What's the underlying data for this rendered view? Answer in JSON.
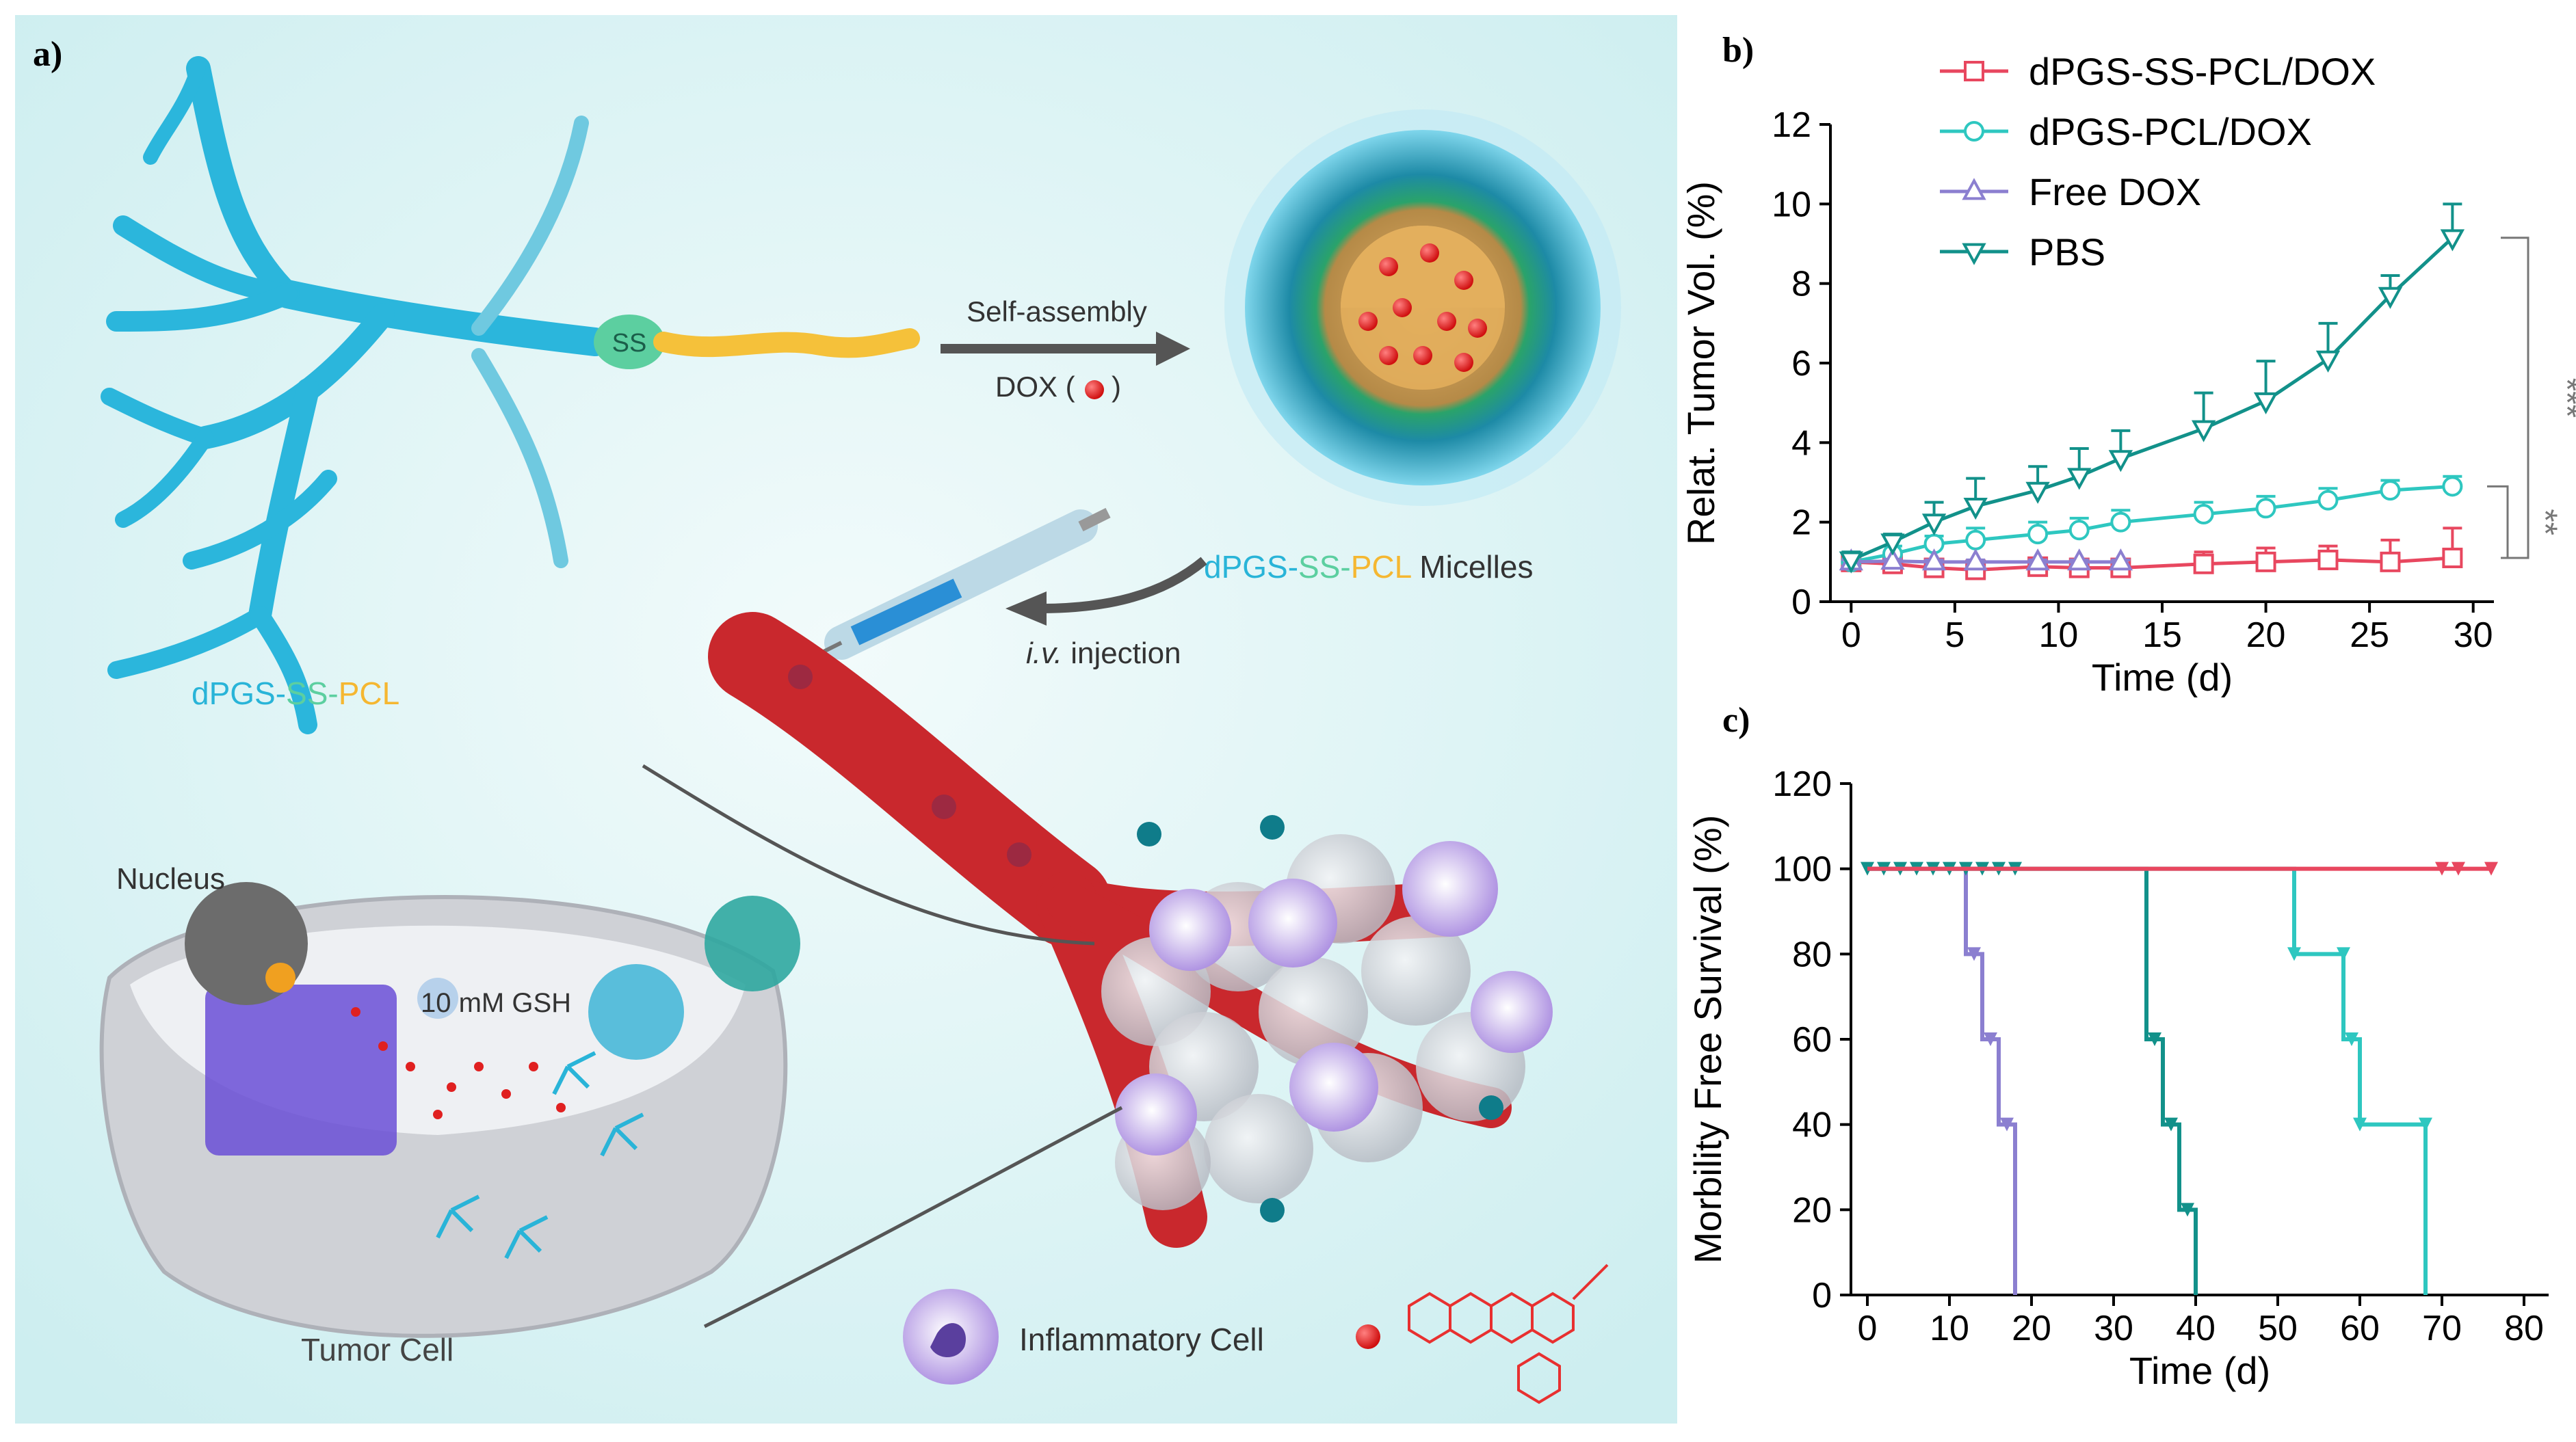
{
  "panel_a": {
    "label": "a)",
    "polymer_label_parts": [
      "dPGS-",
      "SS-",
      "PCL"
    ],
    "ss_tag": "SS",
    "arrow_top": "Self-assembly",
    "arrow_bottom": "DOX (",
    "arrow_bottom_close": ")",
    "micelle_label_parts": [
      "dPGS-",
      "SS-",
      "PCL",
      " Micelles"
    ],
    "injection_italic": "i.v.",
    "injection_rest": " injection",
    "nucleus": "Nucleus",
    "gsh": "10 mM GSH",
    "tumor_cell": "Tumor Cell",
    "inflammatory_cell": "Inflammatory Cell",
    "colors": {
      "dpgs": "#29b4d8",
      "ss": "#5ccfa0",
      "pcl": "#f5b731",
      "vessel": "#c9282d",
      "bg": "#d8f0f1"
    }
  },
  "chart_b": {
    "label": "b)",
    "significance": [
      "***",
      "**"
    ]
  },
  "chart_c": {
    "label": "c)"
  },
  "chart_data": [
    {
      "type": "line",
      "xlabel": "Time (d)",
      "ylabel": "Relat. Tumor Vol. (%)",
      "xlim": [
        -1,
        31
      ],
      "ylim": [
        0,
        12
      ],
      "xticks": [
        0,
        5,
        10,
        15,
        20,
        25,
        30
      ],
      "yticks": [
        0,
        2,
        4,
        6,
        8,
        10,
        12
      ],
      "legend": "top-left",
      "series": [
        {
          "name": "dPGS-SS-PCL/DOX",
          "marker": "square",
          "color": "#e8475f",
          "x": [
            0,
            2,
            4,
            6,
            9,
            11,
            13,
            17,
            20,
            23,
            26,
            29
          ],
          "y": [
            1.0,
            0.95,
            0.85,
            0.8,
            0.88,
            0.85,
            0.85,
            0.95,
            1.0,
            1.05,
            1.0,
            1.1
          ],
          "err": [
            0.1,
            0.1,
            0.15,
            0.2,
            0.2,
            0.2,
            0.2,
            0.3,
            0.35,
            0.35,
            0.55,
            0.75
          ]
        },
        {
          "name": "dPGS-PCL/DOX",
          "marker": "circle",
          "color": "#2ec7c0",
          "x": [
            0,
            2,
            4,
            6,
            9,
            11,
            13,
            17,
            20,
            23,
            26,
            29
          ],
          "y": [
            1.0,
            1.2,
            1.45,
            1.55,
            1.7,
            1.8,
            2.0,
            2.2,
            2.35,
            2.55,
            2.8,
            2.9
          ],
          "err": [
            0.2,
            0.2,
            0.2,
            0.3,
            0.3,
            0.3,
            0.3,
            0.3,
            0.3,
            0.3,
            0.25,
            0.25
          ]
        },
        {
          "name": "Free DOX",
          "marker": "triangle-up",
          "color": "#8b7fd0",
          "x": [
            0,
            2,
            4,
            6,
            9,
            11,
            13
          ],
          "y": [
            1.0,
            1.02,
            1.0,
            1.0,
            1.0,
            1.0,
            1.0
          ],
          "err": [
            0.05,
            0.05,
            0.05,
            0.05,
            0.05,
            0.05,
            0.05
          ]
        },
        {
          "name": "PBS",
          "marker": "triangle-down",
          "color": "#12918a",
          "x": [
            0,
            2,
            4,
            6,
            9,
            11,
            13,
            17,
            20,
            23,
            26,
            29
          ],
          "y": [
            1.05,
            1.5,
            2.0,
            2.4,
            2.8,
            3.15,
            3.6,
            4.35,
            5.05,
            6.1,
            7.7,
            9.15
          ],
          "err": [
            0.2,
            0.2,
            0.5,
            0.7,
            0.6,
            0.7,
            0.7,
            0.9,
            1.0,
            0.9,
            0.5,
            0.85
          ]
        }
      ]
    },
    {
      "type": "line",
      "step": true,
      "xlabel": "Time (d)",
      "ylabel": "Morbility Free Survival (%)",
      "xlim": [
        -2,
        83
      ],
      "ylim": [
        0,
        120
      ],
      "xticks": [
        0,
        10,
        20,
        30,
        40,
        50,
        60,
        70,
        80
      ],
      "yticks": [
        0,
        20,
        40,
        60,
        80,
        100,
        120
      ],
      "series": [
        {
          "name": "dPGS-SS-PCL/DOX",
          "color": "#e8475f",
          "points": [
            [
              0,
              100
            ],
            [
              76,
              100
            ]
          ],
          "markers": [
            [
              70,
              100
            ],
            [
              72,
              100
            ],
            [
              76,
              100
            ]
          ]
        },
        {
          "name": "dPGS-PCL/DOX",
          "color": "#2ec7c0",
          "points": [
            [
              0,
              100
            ],
            [
              52,
              100
            ],
            [
              52,
              80
            ],
            [
              58,
              80
            ],
            [
              58,
              60
            ],
            [
              60,
              60
            ],
            [
              60,
              40
            ],
            [
              68,
              40
            ],
            [
              68,
              0
            ]
          ],
          "markers": [
            [
              52,
              80
            ],
            [
              58,
              80
            ],
            [
              59,
              60
            ],
            [
              60,
              40
            ],
            [
              68,
              40
            ]
          ]
        },
        {
          "name": "Free DOX",
          "color": "#8b7fd0",
          "points": [
            [
              0,
              100
            ],
            [
              12,
              100
            ],
            [
              12,
              80
            ],
            [
              14,
              80
            ],
            [
              14,
              60
            ],
            [
              16,
              60
            ],
            [
              16,
              40
            ],
            [
              18,
              40
            ],
            [
              18,
              0
            ]
          ],
          "markers": [
            [
              13,
              80
            ],
            [
              15,
              60
            ],
            [
              17,
              40
            ]
          ]
        },
        {
          "name": "PBS",
          "color": "#12918a",
          "points": [
            [
              0,
              100
            ],
            [
              34,
              100
            ],
            [
              34,
              60
            ],
            [
              36,
              60
            ],
            [
              36,
              40
            ],
            [
              38,
              40
            ],
            [
              38,
              20
            ],
            [
              40,
              20
            ],
            [
              40,
              0
            ]
          ],
          "markers": [
            [
              0,
              100
            ],
            [
              2,
              100
            ],
            [
              4,
              100
            ],
            [
              6,
              100
            ],
            [
              8,
              100
            ],
            [
              10,
              100
            ],
            [
              12,
              100
            ],
            [
              14,
              100
            ],
            [
              16,
              100
            ],
            [
              18,
              100
            ],
            [
              35,
              60
            ],
            [
              37,
              40
            ],
            [
              39,
              20
            ]
          ]
        }
      ]
    }
  ]
}
